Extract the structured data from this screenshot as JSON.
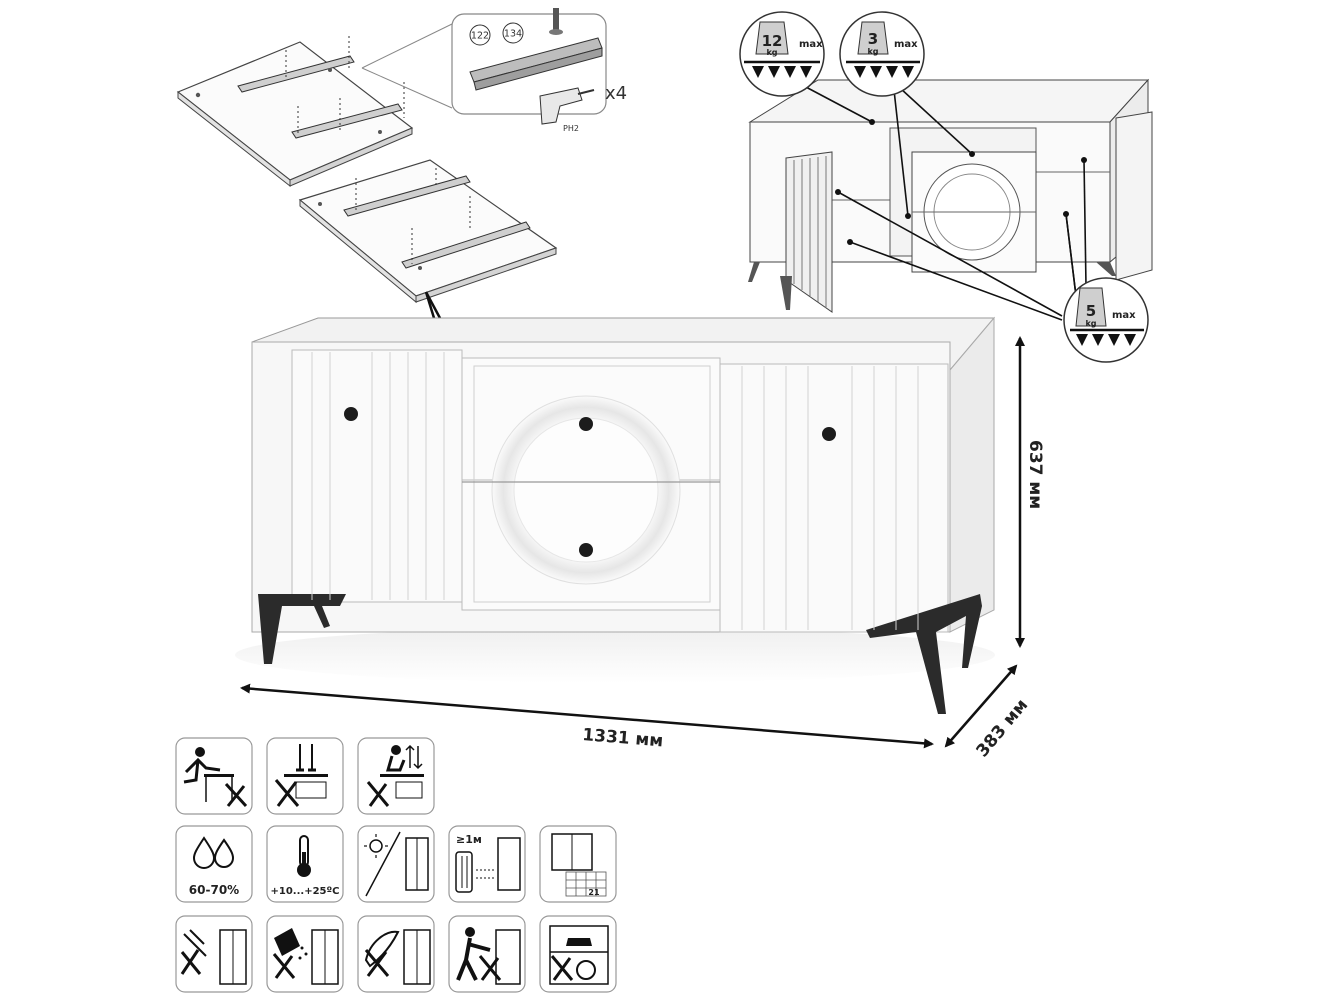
{
  "dimensions": {
    "width": "1331 мм",
    "depth": "383 мм",
    "height": "637 мм"
  },
  "assembly": {
    "part_a": "122",
    "part_b": "134",
    "quantity": "x4",
    "tool": "PH2"
  },
  "load_limits": {
    "top": {
      "value": "12",
      "unit": "kg",
      "suffix": "max"
    },
    "drawer": {
      "value": "3",
      "unit": "kg",
      "suffix": "max"
    },
    "shelf": {
      "value": "5",
      "unit": "kg",
      "suffix": "max"
    }
  },
  "care_icons": {
    "humidity": "60-70%",
    "temperature": "+10...+25ºC",
    "distance": "≥1м",
    "carton_number": "21"
  },
  "colors": {
    "line": "#222222",
    "panel": "#f4f4f4",
    "legs": "#2b2b2b",
    "icon_border": "#888888"
  }
}
